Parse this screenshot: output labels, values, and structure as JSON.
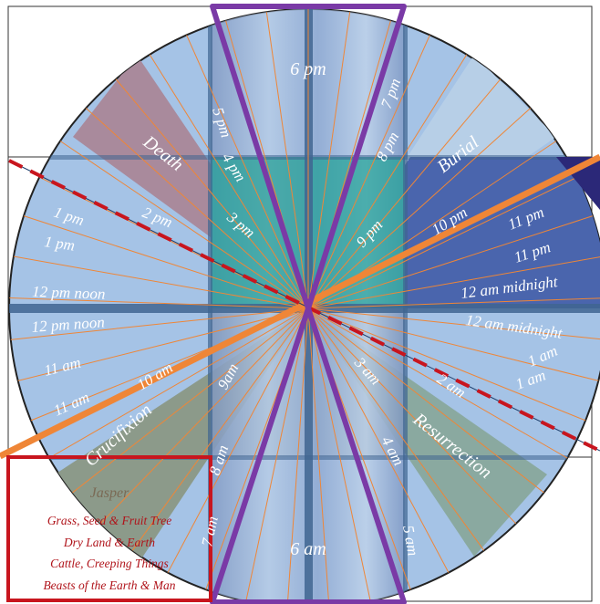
{
  "colors": {
    "light_blue": "#a5c3e6",
    "death": "#a98a9c",
    "burial": "#b7cfe7",
    "burial_deep": "#4a65ad",
    "teal": "#2aa39b",
    "crucifixion": "#8c9a8a",
    "resurrection": "#8aa9a0",
    "purple": "#7a3aa6",
    "orange": "#ef8637",
    "red_dash": "#c8151e",
    "legend_red": "#b0141b"
  },
  "hours": {
    "h6pm": "6 pm",
    "h5pm": "5 pm",
    "h4pm": "4 pm",
    "h3pm": "3 pm",
    "h2pm": "2 pm",
    "h1pm_a": "1 pm",
    "h1pm_b": "1 pm",
    "h12noon_a": "12 pm noon",
    "h12noon_b": "12 pm noon",
    "h11am_a": "11 am",
    "h11am_b": "11 am",
    "h10am": "10 am",
    "h9am": "9am",
    "h8am": "8 am",
    "h7am": "7 am",
    "h6am": "6 am",
    "h5am": "5 am",
    "h4am": "4 am",
    "h3am": "3 am",
    "h2am": "2 am",
    "h1am_a": "1 am",
    "h1am_b": "1 am",
    "h12mid_a": "12 am midnight",
    "h12mid_b": "12 am midnight",
    "h11pm_a": "11 pm",
    "h11pm_b": "11 pm",
    "h10pm": "10 pm",
    "h9pm": "9 pm",
    "h8pm": "8 pm",
    "h7pm": "7 pm"
  },
  "events": {
    "death": "Death",
    "burial": "Burial",
    "crucifixion": "Crucifixion",
    "resurrection": "Resurrection"
  },
  "legend": {
    "title": "Jasper",
    "lines": [
      "Grass, Seed & Fruit Tree",
      "Dry Land & Earth",
      "Cattle, Creeping Things",
      "Beasts of the Earth & Man"
    ]
  }
}
